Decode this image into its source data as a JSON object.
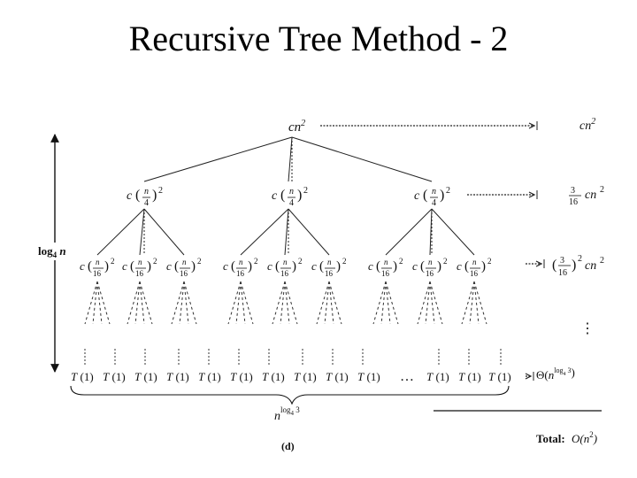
{
  "slide": {
    "title": "Recursive Tree Method - 2"
  },
  "tree": {
    "root": "cn²",
    "level1_nodes": [
      "c(n/4)²",
      "c(n/4)²",
      "c(n/4)²"
    ],
    "level2_nodes": [
      "c(n/16)²",
      "c(n/16)²",
      "c(n/16)²",
      "c(n/16)²",
      "c(n/16)²",
      "c(n/16)²",
      "c(n/16)²",
      "c(n/16)²",
      "c(n/16)²"
    ],
    "leaves": [
      "T(1)",
      "T(1)",
      "T(1)",
      "T(1)",
      "T(1)",
      "T(1)",
      "T(1)",
      "T(1)",
      "T(1)",
      "T(1)",
      "…",
      "T(1)",
      "T(1)",
      "T(1)"
    ],
    "height_label": "log₄ n",
    "leaf_count_label": "n^(log₄ 3)",
    "figure_label": "(d)"
  },
  "level_costs": [
    "cn²",
    "(3/16) cn²",
    "(3/16)² cn²",
    "⋮",
    "Θ(n^(log₄ 3))"
  ],
  "total": {
    "label": "Total:",
    "value": "O(n²)"
  }
}
